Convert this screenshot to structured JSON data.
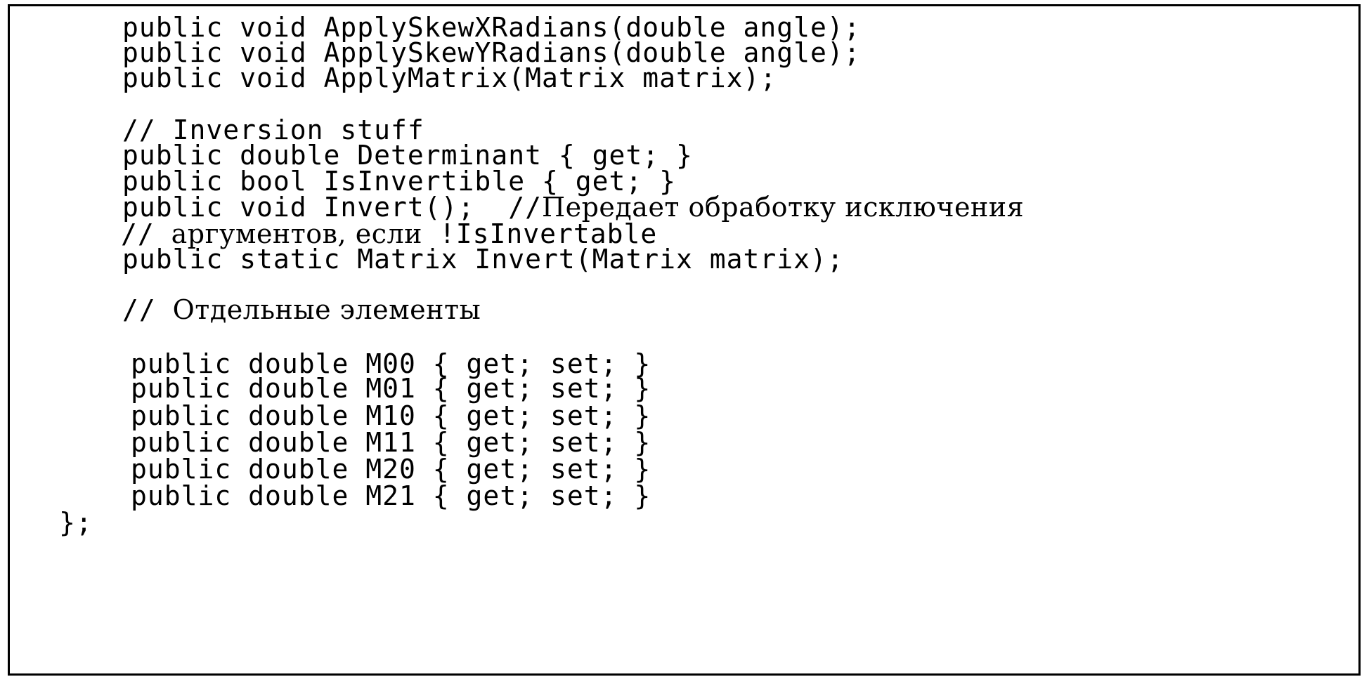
{
  "lines": [
    {
      "text": "public void ApplySkewXRadians(double angle);"
    },
    {
      "text": "public void ApplySkewYRadians(double angle);"
    },
    {
      "text": "public void ApplyMatrix(Matrix matrix);"
    },
    {
      "text": "// Inversion stuff"
    },
    {
      "text": "public double Determinant { get; }"
    },
    {
      "text": "public bool IsInvertible { get; }"
    },
    {
      "code": "public void Invert();  //",
      "comment": "Передает обработку исключения"
    },
    {
      "slashes": "// ",
      "comment": "аргументов, если",
      "code": " !IsInvertable"
    },
    {
      "text": "public static Matrix Invert(Matrix matrix);"
    },
    {
      "slashes": "// ",
      "comment": "Отдельные элементы"
    },
    {
      "text": "public double M00 { get; set; }"
    },
    {
      "text": "public double M01 { get; set; }"
    },
    {
      "text": "public double M10 { get; set; }"
    },
    {
      "text": "public double M11 { get; set; }"
    },
    {
      "text": "public double M20 { get; set; }"
    },
    {
      "text": "public double M21 { get; set; }"
    },
    {
      "text": "};"
    }
  ]
}
